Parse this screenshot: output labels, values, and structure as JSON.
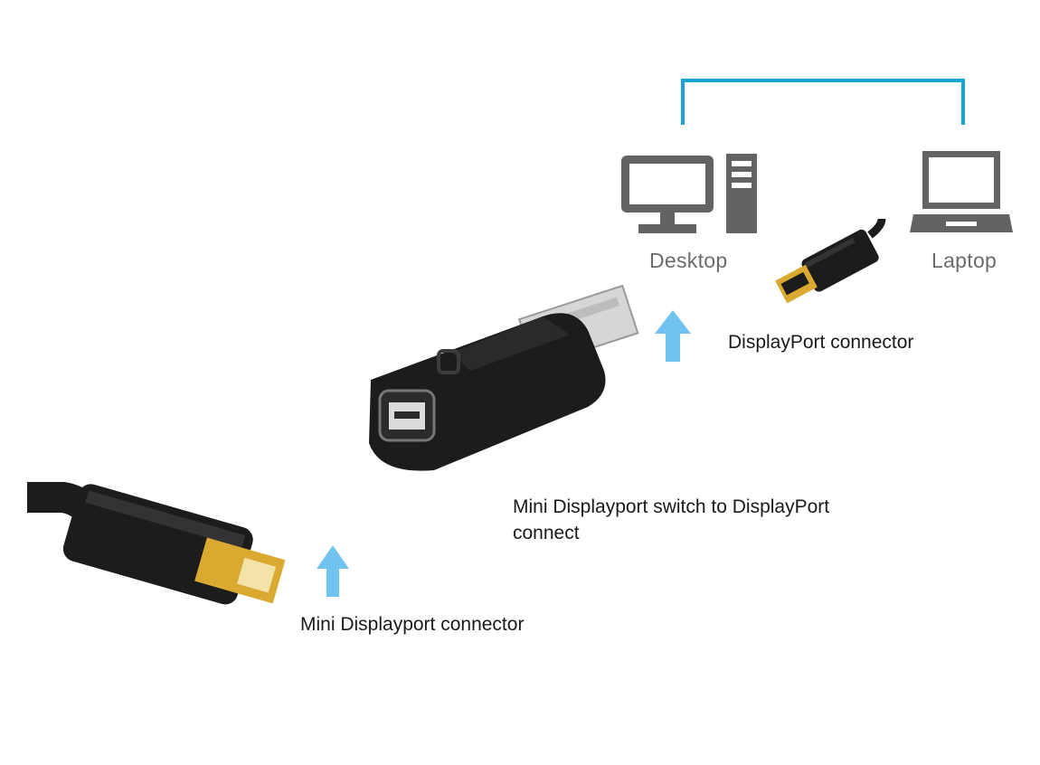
{
  "devices": {
    "desktop_label": "Desktop",
    "laptop_label": "Laptop"
  },
  "captions": {
    "displayport_connector": "DisplayPort connector",
    "adapter_line1": "Mini Displayport switch to DisplayPort",
    "adapter_line2": "connect",
    "mini_displayport_connector": "Mini Displayport connector"
  },
  "colors": {
    "accent_line": "#1aa3d6",
    "arrow": "#6fc3ee",
    "icon_gray": "#636363",
    "plug_black": "#1c1c1c",
    "gold": "#d9a930"
  },
  "icons": [
    "desktop-monitor-icon",
    "desktop-tower-icon",
    "laptop-icon",
    "up-arrow-icon"
  ]
}
